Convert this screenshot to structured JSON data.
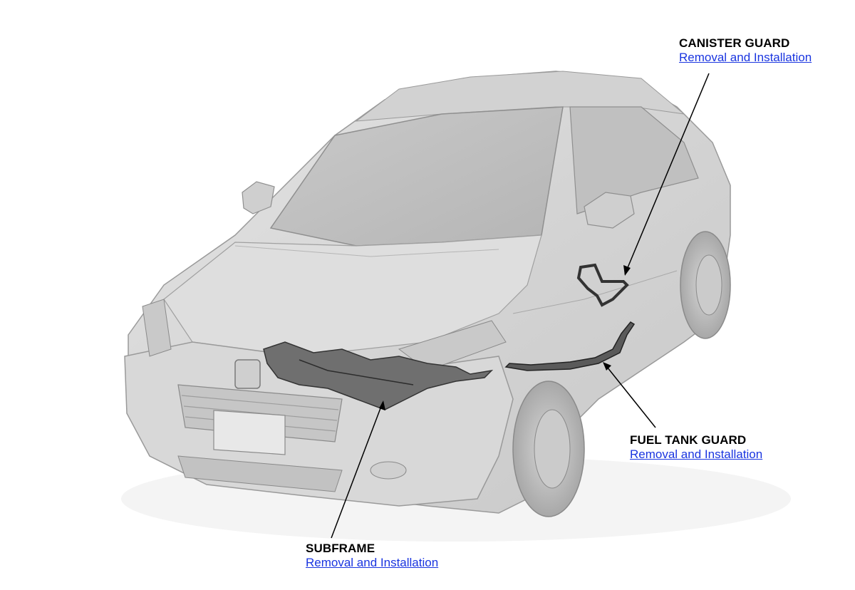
{
  "callouts": {
    "canister_guard": {
      "title": "CANISTER GUARD",
      "link": "Removal and Installation"
    },
    "fuel_tank_guard": {
      "title": "FUEL TANK GUARD",
      "link": "Removal and Installation"
    },
    "subframe": {
      "title": "SUBFRAME",
      "link": "Removal and Installation"
    }
  },
  "colors": {
    "link": "#1a35e0",
    "car_body": "#dcdcdc",
    "car_shadow": "#a9a9a9",
    "part_highlight": "#555555"
  }
}
